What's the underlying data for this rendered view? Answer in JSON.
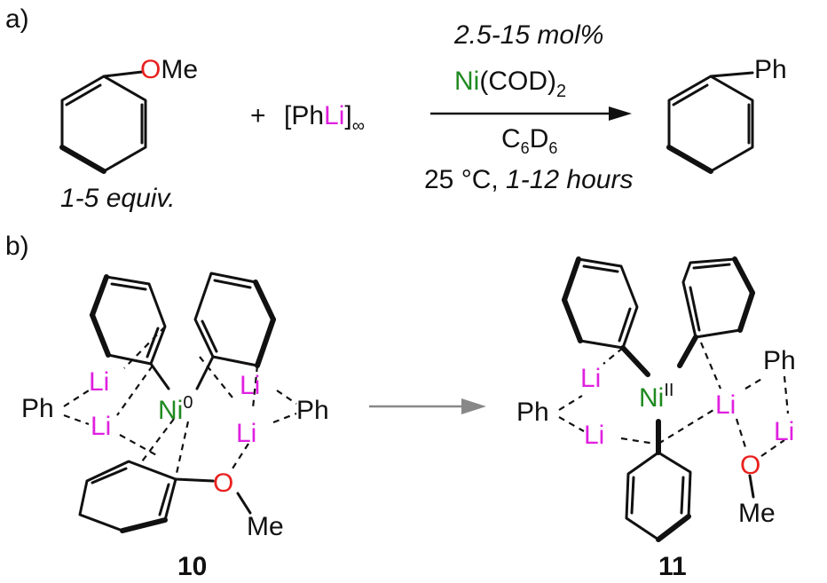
{
  "panel_a": {
    "label": "a)",
    "reactant": {
      "substituent": "OMe",
      "o": "O",
      "me": "Me",
      "note": "1-5 equiv."
    },
    "plus": "+",
    "reagent": {
      "pre": "[Ph",
      "li": "Li",
      "post": "]",
      "sub": "∞"
    },
    "conditions": {
      "loading": "2.5-15 mol%",
      "cat_ni": "Ni",
      "cat_rest": "(COD)",
      "cat_sub": "2",
      "solvent": {
        "c": "C",
        "c_sub": "6",
        "d": "D",
        "d_sub": "6"
      },
      "temp": "25 °C, ",
      "time": "1-12 hours"
    },
    "product": {
      "substituent": "Ph"
    }
  },
  "panel_b": {
    "label": "b)",
    "complex_10": {
      "id": "10",
      "ni": "Ni",
      "ni_ox": "0",
      "li": "Li",
      "ph": "Ph",
      "o": "O",
      "me": "Me"
    },
    "complex_11": {
      "id": "11",
      "ni": "Ni",
      "ni_ox": "II",
      "li": "Li",
      "ph": "Ph",
      "o": "O",
      "me": "Me"
    }
  },
  "colors": {
    "oxygen": "#e8201e",
    "nickel": "#1f8a1f",
    "lithium": "#e020e0",
    "arrow_b": "#888888"
  }
}
